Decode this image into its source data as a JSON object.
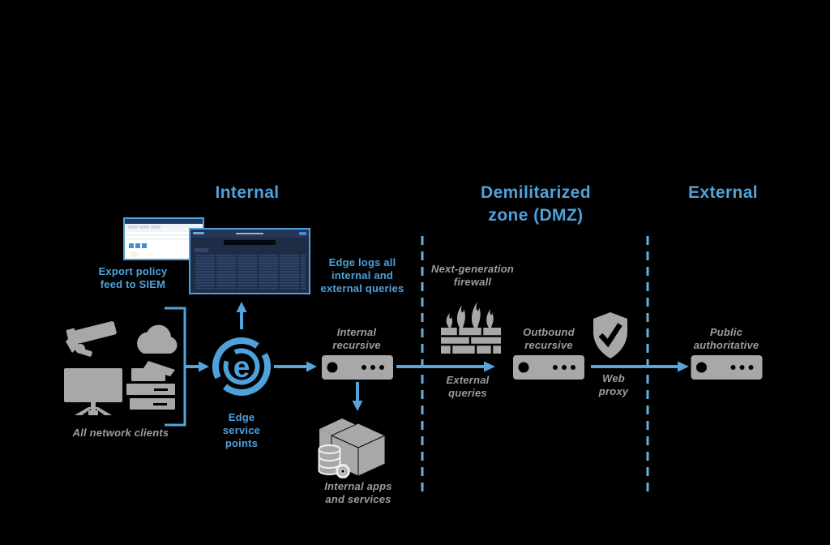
{
  "colors": {
    "background": "#000000",
    "accent_blue": "#4FA1DB",
    "arrow_blue": "#55A5DC",
    "dashed_blue": "#66AFE3",
    "icon_gray": "#A8A8A8",
    "label_gray": "#9D9D9D"
  },
  "zone_headers": {
    "internal": "Internal",
    "dmz": "Demilitarized\nzone (DMZ)",
    "external": "External"
  },
  "edge_logo": {
    "letter": "e"
  },
  "annotations": {
    "export_policy": "Export policy\nfeed to SIEM",
    "edge_logs": "Edge logs all\ninternal and\nexternal queries",
    "all_network_clients": "All network clients",
    "edge_service_points": "Edge\nservice\npoints",
    "internal_recursive": "Internal\nrecursive",
    "internal_apps": "Internal apps\nand services",
    "external_queries": "External\nqueries",
    "next_generation_firewall": "Next-generation\nfirewall",
    "outbound_recursive": "Outbound\nrecursive",
    "web_proxy": "Web\nproxy",
    "public_authoritative": "Public\nauthoritative"
  }
}
